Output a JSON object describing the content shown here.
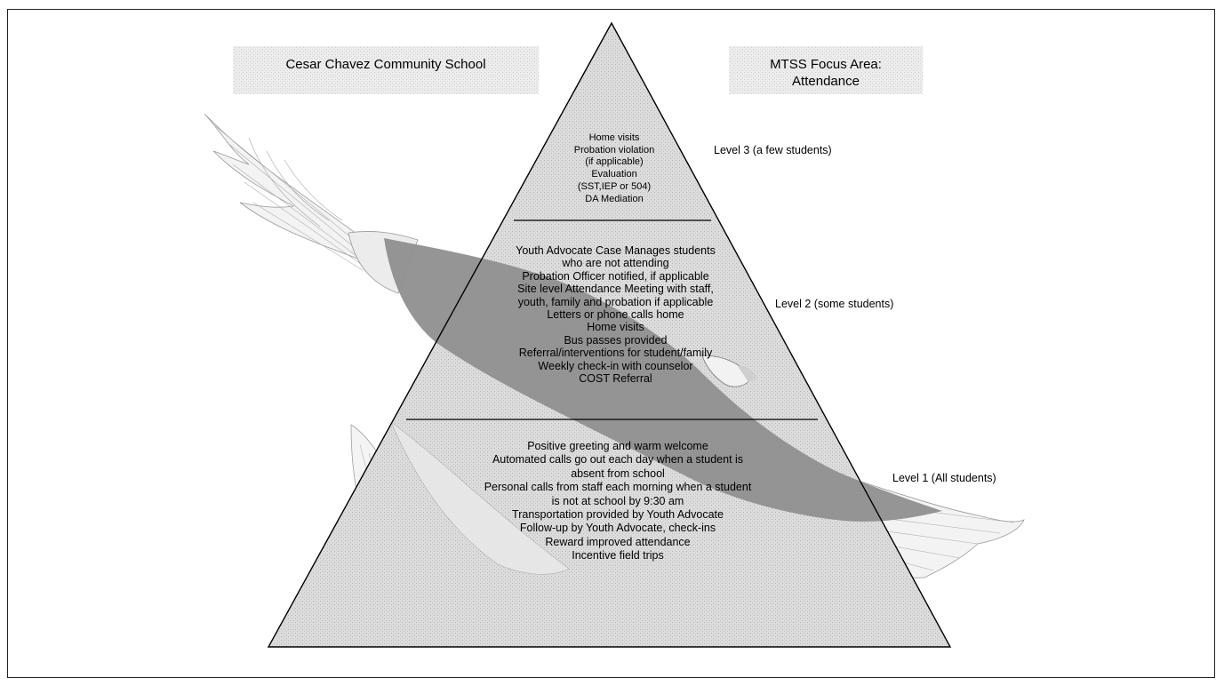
{
  "header": {
    "school_name": "Cesar Chavez Community School",
    "focus_area_line1": "MTSS Focus Area:",
    "focus_area_line2": "Attendance"
  },
  "pyramid": {
    "tiers": [
      {
        "level_label": "Level 3 (a few students)",
        "lines": [
          "Home visits",
          "Probation violation",
          "(if applicable)",
          "Evaluation",
          "(SST,IEP or 504)",
          "DA Mediation"
        ]
      },
      {
        "level_label": "Level 2 (some students)",
        "lines": [
          "Youth Advocate Case Manages students",
          "who are not attending",
          "Probation Officer notified, if applicable",
          "Site level Attendance Meeting with staff,",
          "youth,  family and probation if applicable",
          "Letters or phone calls home",
          "Home visits",
          "Bus passes provided",
          "Referral/interventions for student/family",
          "Weekly check-in with counselor",
          "COST Referral"
        ]
      },
      {
        "level_label": "Level 1 (All students)",
        "lines": [
          "Positive greeting and warm welcome",
          "Automated calls go out each day when a student is",
          "absent from school",
          "Personal calls from staff each morning when a student",
          "is not at school by 9:30 am",
          "Transportation provided by Youth Advocate",
          "Follow-up by Youth Advocate, check-ins",
          "Reward improved attendance",
          "Incentive field trips"
        ]
      }
    ]
  },
  "colors": {
    "pyramid_fill": "#d9d9d9",
    "header_fill": "#e6e6e6",
    "eagle_body": "#8c8c8c",
    "eagle_wing": "#f2f2f2",
    "outline": "#000000"
  },
  "icons": {
    "background_image": "eagle-icon"
  }
}
